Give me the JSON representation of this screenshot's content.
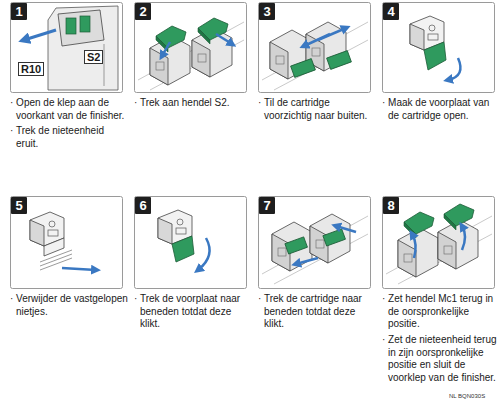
{
  "diagram": {
    "nodes": [
      {
        "text": [
          "1"
        ]
      },
      {
        "text": [
          "2"
        ]
      },
      {
        "text": [
          "3"
        ]
      },
      {
        "text": [
          "4"
        ]
      },
      {
        "text": [
          "5"
        ]
      },
      {
        "text": [
          "6"
        ]
      },
      {
        "text": [
          "7"
        ]
      },
      {
        "text": [
          "8"
        ]
      }
    ],
    "labels": [
      "R10",
      "S2",
      "· Open de klep aan de voorkant van de finisher.",
      "· Trek de nieteenheid eruit.",
      "· Trek aan hendel S2.",
      "· Til de cartridge voorzichtig naar buiten.",
      "· Maak de voorplaat van de cartridge open.",
      "· Verwijder de vastgelopen nietjes.",
      "· Trek de voorplaat naar beneden totdat deze klikt.",
      "· Trek de cartridge naar beneden totdat deze klikt.",
      "· Zet hendel Mc1 terug in de oorspronkelijke positie.",
      "· Zet de nieteenheid terug in zijn oorspronkelijke positie en sluit de voorklep van de finisher.",
      "NL BQN030S"
    ]
  }
}
